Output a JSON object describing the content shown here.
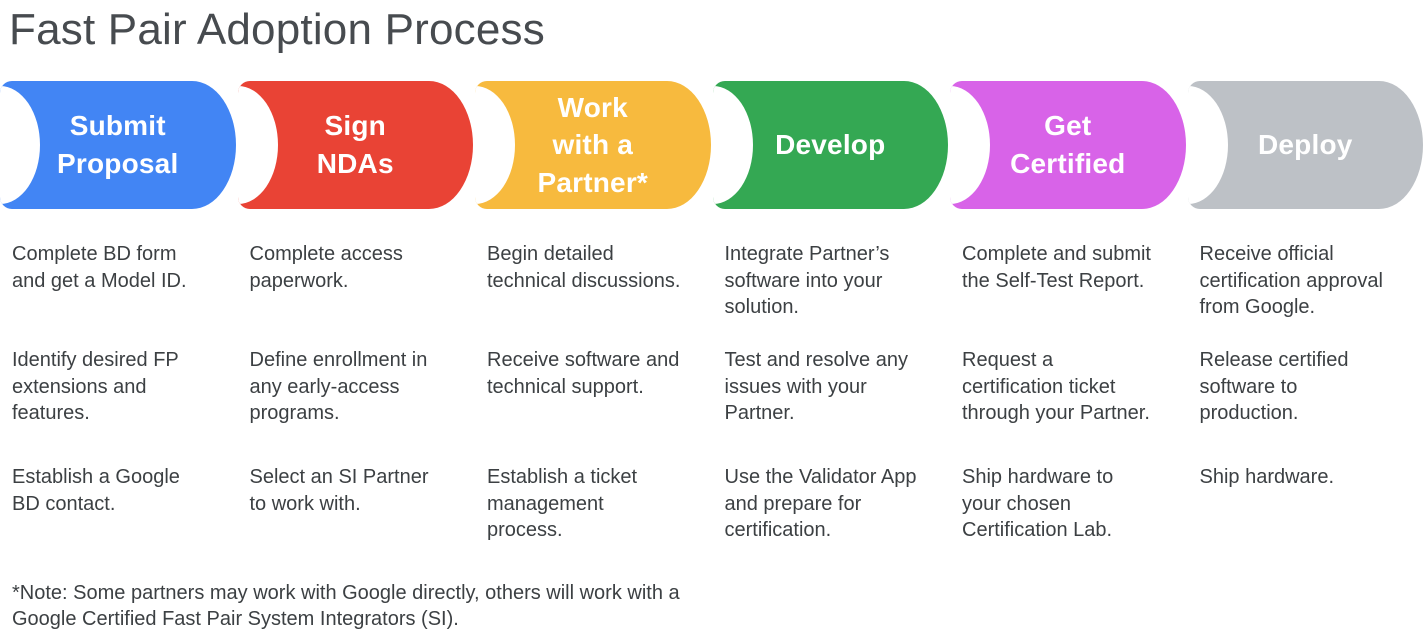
{
  "title": "Fast Pair Adoption Process",
  "footnote": "*Note: Some partners may work with Google directly, others will work with a Google Certified Fast Pair System Integrators (SI).",
  "stages": [
    {
      "label_lines": [
        "Submit",
        "Proposal"
      ],
      "color": "#4285f4",
      "steps": [
        "Complete BD form and get a Model ID.",
        "Identify desired FP extensions and features.",
        "Establish a Google BD contact."
      ]
    },
    {
      "label_lines": [
        "Sign",
        "NDAs"
      ],
      "color": "#e94335",
      "steps": [
        "Complete access paperwork.",
        "Define enrollment in any early-access programs.",
        "Select an SI Partner to work with."
      ]
    },
    {
      "label_lines": [
        "Work",
        "with a",
        "Partner*"
      ],
      "color": "#f7ba3e",
      "steps": [
        "Begin detailed technical discussions.",
        "Receive software and technical support.",
        "Establish a ticket management process."
      ]
    },
    {
      "label_lines": [
        "Develop"
      ],
      "color": "#34a853",
      "steps": [
        "Integrate Partner’s software into your solution.",
        "Test and resolve any issues with your Partner.",
        "Use the Validator App and prepare for certification."
      ]
    },
    {
      "label_lines": [
        "Get",
        "Certified"
      ],
      "color": "#d863e8",
      "steps": [
        "Complete and submit the Self-Test Report.",
        "Request a certification ticket through your Partner.",
        "Ship hardware to your chosen Certification Lab."
      ]
    },
    {
      "label_lines": [
        "Deploy"
      ],
      "color": "#bdc1c6",
      "steps": [
        "Receive official certification approval from Google.",
        "Release certified software to production.",
        "Ship hardware."
      ]
    }
  ]
}
